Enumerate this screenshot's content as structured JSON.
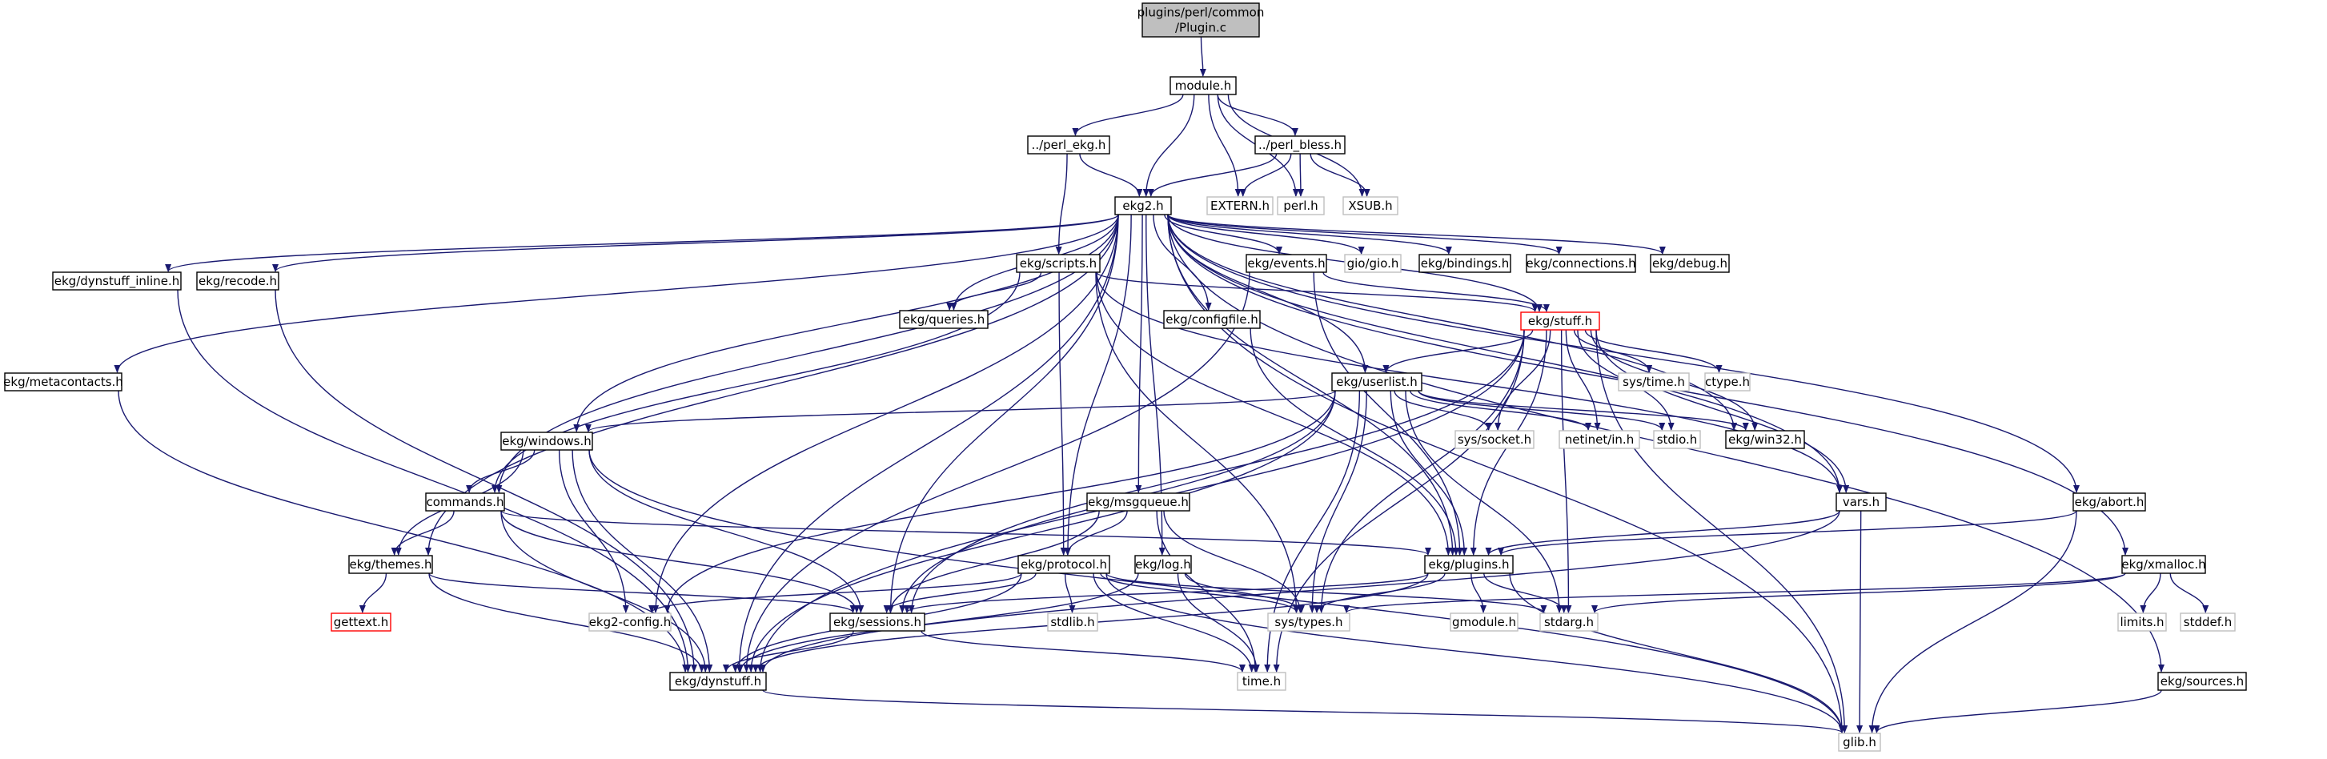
{
  "colors": {
    "edge": "#191970",
    "arrow": "#191970",
    "root_fill": "#bfbfbf",
    "node_stroke": "#000000",
    "external_stroke": "#bfbfbf",
    "truncated_stroke": "#ff0000",
    "text": "#000000"
  },
  "nodes": [
    {
      "id": "plugin_c",
      "lines": [
        "plugins/perl/common",
        "/Plugin.c"
      ],
      "style": "root"
    },
    {
      "id": "module_h",
      "lines": [
        "module.h"
      ],
      "style": "normal"
    },
    {
      "id": "perl_ekg_h",
      "lines": [
        "../perl_ekg.h"
      ],
      "style": "normal"
    },
    {
      "id": "perl_bless_h",
      "lines": [
        "../perl_bless.h"
      ],
      "style": "normal"
    },
    {
      "id": "ekg2_h",
      "lines": [
        "ekg2.h"
      ],
      "style": "normal"
    },
    {
      "id": "extern_h",
      "lines": [
        "EXTERN.h"
      ],
      "style": "external"
    },
    {
      "id": "perl_h",
      "lines": [
        "perl.h"
      ],
      "style": "external"
    },
    {
      "id": "xsub_h",
      "lines": [
        "XSUB.h"
      ],
      "style": "external"
    },
    {
      "id": "scripts_h",
      "lines": [
        "ekg/scripts.h"
      ],
      "style": "normal"
    },
    {
      "id": "events_h",
      "lines": [
        "ekg/events.h"
      ],
      "style": "normal"
    },
    {
      "id": "gio_h",
      "lines": [
        "gio/gio.h"
      ],
      "style": "external"
    },
    {
      "id": "bindings_h",
      "lines": [
        "ekg/bindings.h"
      ],
      "style": "normal"
    },
    {
      "id": "connections_h",
      "lines": [
        "ekg/connections.h"
      ],
      "style": "normal"
    },
    {
      "id": "debug_h",
      "lines": [
        "ekg/debug.h"
      ],
      "style": "normal"
    },
    {
      "id": "dynstuff_inline_h",
      "lines": [
        "ekg/dynstuff_inline.h"
      ],
      "style": "normal"
    },
    {
      "id": "recode_h",
      "lines": [
        "ekg/recode.h"
      ],
      "style": "normal"
    },
    {
      "id": "queries_h",
      "lines": [
        "ekg/queries.h"
      ],
      "style": "normal"
    },
    {
      "id": "configfile_h",
      "lines": [
        "ekg/configfile.h"
      ],
      "style": "normal"
    },
    {
      "id": "stuff_h",
      "lines": [
        "ekg/stuff.h"
      ],
      "style": "truncated"
    },
    {
      "id": "metacontacts_h",
      "lines": [
        "ekg/metacontacts.h"
      ],
      "style": "normal"
    },
    {
      "id": "userlist_h",
      "lines": [
        "ekg/userlist.h"
      ],
      "style": "normal"
    },
    {
      "id": "systime_h",
      "lines": [
        "sys/time.h"
      ],
      "style": "external"
    },
    {
      "id": "ctype_h",
      "lines": [
        "ctype.h"
      ],
      "style": "external"
    },
    {
      "id": "windows_h",
      "lines": [
        "ekg/windows.h"
      ],
      "style": "normal"
    },
    {
      "id": "syssocket_h",
      "lines": [
        "sys/socket.h"
      ],
      "style": "external"
    },
    {
      "id": "netinet_h",
      "lines": [
        "netinet/in.h"
      ],
      "style": "external"
    },
    {
      "id": "stdio_h",
      "lines": [
        "stdio.h"
      ],
      "style": "external"
    },
    {
      "id": "win32_h",
      "lines": [
        "ekg/win32.h"
      ],
      "style": "normal"
    },
    {
      "id": "commands_h",
      "lines": [
        "commands.h"
      ],
      "style": "normal"
    },
    {
      "id": "msgqueue_h",
      "lines": [
        "ekg/msgqueue.h"
      ],
      "style": "normal"
    },
    {
      "id": "vars_h",
      "lines": [
        "vars.h"
      ],
      "style": "normal"
    },
    {
      "id": "abort_h",
      "lines": [
        "ekg/abort.h"
      ],
      "style": "normal"
    },
    {
      "id": "plugins_h",
      "lines": [
        "ekg/plugins.h"
      ],
      "style": "normal"
    },
    {
      "id": "themes_h",
      "lines": [
        "ekg/themes.h"
      ],
      "style": "normal"
    },
    {
      "id": "protocol_h",
      "lines": [
        "ekg/protocol.h"
      ],
      "style": "normal"
    },
    {
      "id": "log_h",
      "lines": [
        "ekg/log.h"
      ],
      "style": "normal"
    },
    {
      "id": "xmalloc_h",
      "lines": [
        "ekg/xmalloc.h"
      ],
      "style": "normal"
    },
    {
      "id": "gettext_h",
      "lines": [
        "gettext.h"
      ],
      "style": "truncated"
    },
    {
      "id": "ekg2config_h",
      "lines": [
        "ekg2-config.h"
      ],
      "style": "external"
    },
    {
      "id": "sessions_h",
      "lines": [
        "ekg/sessions.h"
      ],
      "style": "normal"
    },
    {
      "id": "stdlib_h",
      "lines": [
        "stdlib.h"
      ],
      "style": "external"
    },
    {
      "id": "systypes_h",
      "lines": [
        "sys/types.h"
      ],
      "style": "external"
    },
    {
      "id": "gmodule_h",
      "lines": [
        "gmodule.h"
      ],
      "style": "external"
    },
    {
      "id": "stdarg_h",
      "lines": [
        "stdarg.h"
      ],
      "style": "external"
    },
    {
      "id": "limits_h",
      "lines": [
        "limits.h"
      ],
      "style": "external"
    },
    {
      "id": "stddef_h",
      "lines": [
        "stddef.h"
      ],
      "style": "external"
    },
    {
      "id": "dynstuff_h",
      "lines": [
        "ekg/dynstuff.h"
      ],
      "style": "normal"
    },
    {
      "id": "time_h",
      "lines": [
        "time.h"
      ],
      "style": "external"
    },
    {
      "id": "sources_h",
      "lines": [
        "ekg/sources.h"
      ],
      "style": "normal"
    },
    {
      "id": "glib_h",
      "lines": [
        "glib.h"
      ],
      "style": "external"
    }
  ],
  "edges": [
    [
      "plugin_c",
      "module_h"
    ],
    [
      "module_h",
      "perl_ekg_h"
    ],
    [
      "module_h",
      "ekg2_h"
    ],
    [
      "module_h",
      "perl_bless_h"
    ],
    [
      "module_h",
      "extern_h"
    ],
    [
      "module_h",
      "perl_h"
    ],
    [
      "module_h",
      "xsub_h"
    ],
    [
      "perl_ekg_h",
      "ekg2_h"
    ],
    [
      "perl_ekg_h",
      "scripts_h"
    ],
    [
      "perl_bless_h",
      "ekg2_h"
    ],
    [
      "perl_bless_h",
      "extern_h"
    ],
    [
      "perl_bless_h",
      "perl_h"
    ],
    [
      "perl_bless_h",
      "xsub_h"
    ],
    [
      "ekg2_h",
      "events_h"
    ],
    [
      "ekg2_h",
      "gio_h"
    ],
    [
      "ekg2_h",
      "bindings_h"
    ],
    [
      "ekg2_h",
      "connections_h"
    ],
    [
      "ekg2_h",
      "debug_h"
    ],
    [
      "ekg2_h",
      "dynstuff_inline_h"
    ],
    [
      "ekg2_h",
      "recode_h"
    ],
    [
      "ekg2_h",
      "metacontacts_h"
    ],
    [
      "ekg2_h",
      "queries_h"
    ],
    [
      "ekg2_h",
      "configfile_h"
    ],
    [
      "ekg2_h",
      "stuff_h"
    ],
    [
      "ekg2_h",
      "userlist_h"
    ],
    [
      "ekg2_h",
      "windows_h"
    ],
    [
      "ekg2_h",
      "commands_h"
    ],
    [
      "ekg2_h",
      "themes_h"
    ],
    [
      "ekg2_h",
      "msgqueue_h"
    ],
    [
      "ekg2_h",
      "log_h"
    ],
    [
      "ekg2_h",
      "protocol_h"
    ],
    [
      "ekg2_h",
      "plugins_h"
    ],
    [
      "ekg2_h",
      "sessions_h"
    ],
    [
      "ekg2_h",
      "ekg2config_h"
    ],
    [
      "ekg2_h",
      "dynstuff_h"
    ],
    [
      "ekg2_h",
      "vars_h"
    ],
    [
      "ekg2_h",
      "win32_h"
    ],
    [
      "ekg2_h",
      "abort_h"
    ],
    [
      "ekg2_h",
      "xmalloc_h"
    ],
    [
      "ekg2_h",
      "sources_h"
    ],
    [
      "ekg2_h",
      "glib_h"
    ],
    [
      "scripts_h",
      "queries_h"
    ],
    [
      "scripts_h",
      "stuff_h"
    ],
    [
      "scripts_h",
      "commands_h"
    ],
    [
      "scripts_h",
      "protocol_h"
    ],
    [
      "scripts_h",
      "plugins_h"
    ],
    [
      "scripts_h",
      "systypes_h"
    ],
    [
      "scripts_h",
      "vars_h"
    ],
    [
      "events_h",
      "stuff_h"
    ],
    [
      "events_h",
      "dynstuff_h"
    ],
    [
      "events_h",
      "plugins_h"
    ],
    [
      "configfile_h",
      "plugins_h"
    ],
    [
      "stuff_h",
      "userlist_h"
    ],
    [
      "stuff_h",
      "systime_h"
    ],
    [
      "stuff_h",
      "ctype_h"
    ],
    [
      "stuff_h",
      "syssocket_h"
    ],
    [
      "stuff_h",
      "netinet_h"
    ],
    [
      "stuff_h",
      "stdio_h"
    ],
    [
      "stuff_h",
      "win32_h"
    ],
    [
      "stuff_h",
      "vars_h"
    ],
    [
      "stuff_h",
      "plugins_h"
    ],
    [
      "stuff_h",
      "sessions_h"
    ],
    [
      "stuff_h",
      "systypes_h"
    ],
    [
      "stuff_h",
      "stdarg_h"
    ],
    [
      "stuff_h",
      "dynstuff_h"
    ],
    [
      "stuff_h",
      "time_h"
    ],
    [
      "stuff_h",
      "glib_h"
    ],
    [
      "userlist_h",
      "windows_h"
    ],
    [
      "userlist_h",
      "syssocket_h"
    ],
    [
      "userlist_h",
      "netinet_h"
    ],
    [
      "userlist_h",
      "stdio_h"
    ],
    [
      "userlist_h",
      "win32_h"
    ],
    [
      "userlist_h",
      "plugins_h"
    ],
    [
      "userlist_h",
      "sessions_h"
    ],
    [
      "userlist_h",
      "ekg2config_h"
    ],
    [
      "userlist_h",
      "systypes_h"
    ],
    [
      "userlist_h",
      "stdarg_h"
    ],
    [
      "userlist_h",
      "dynstuff_h"
    ],
    [
      "userlist_h",
      "time_h"
    ],
    [
      "windows_h",
      "commands_h"
    ],
    [
      "windows_h",
      "themes_h"
    ],
    [
      "windows_h",
      "sessions_h"
    ],
    [
      "windows_h",
      "ekg2config_h"
    ],
    [
      "windows_h",
      "dynstuff_h"
    ],
    [
      "windows_h",
      "glib_h"
    ],
    [
      "commands_h",
      "themes_h"
    ],
    [
      "commands_h",
      "plugins_h"
    ],
    [
      "commands_h",
      "sessions_h"
    ],
    [
      "commands_h",
      "dynstuff_h"
    ],
    [
      "themes_h",
      "gettext_h"
    ],
    [
      "themes_h",
      "sessions_h"
    ],
    [
      "themes_h",
      "dynstuff_h"
    ],
    [
      "msgqueue_h",
      "protocol_h"
    ],
    [
      "msgqueue_h",
      "sessions_h"
    ],
    [
      "msgqueue_h",
      "systypes_h"
    ],
    [
      "msgqueue_h",
      "time_h"
    ],
    [
      "vars_h",
      "plugins_h"
    ],
    [
      "vars_h",
      "dynstuff_h"
    ],
    [
      "vars_h",
      "glib_h"
    ],
    [
      "abort_h",
      "plugins_h"
    ],
    [
      "abort_h",
      "glib_h"
    ],
    [
      "plugins_h",
      "sessions_h"
    ],
    [
      "plugins_h",
      "systypes_h"
    ],
    [
      "plugins_h",
      "gmodule_h"
    ],
    [
      "plugins_h",
      "stdarg_h"
    ],
    [
      "plugins_h",
      "dynstuff_h"
    ],
    [
      "plugins_h",
      "glib_h"
    ],
    [
      "protocol_h",
      "ekg2config_h"
    ],
    [
      "protocol_h",
      "sessions_h"
    ],
    [
      "protocol_h",
      "stdlib_h"
    ],
    [
      "protocol_h",
      "systypes_h"
    ],
    [
      "protocol_h",
      "stdarg_h"
    ],
    [
      "protocol_h",
      "dynstuff_h"
    ],
    [
      "protocol_h",
      "time_h"
    ],
    [
      "protocol_h",
      "glib_h"
    ],
    [
      "log_h",
      "systypes_h"
    ],
    [
      "log_h",
      "dynstuff_h"
    ],
    [
      "log_h",
      "time_h"
    ],
    [
      "xmalloc_h",
      "systypes_h"
    ],
    [
      "xmalloc_h",
      "stdarg_h"
    ],
    [
      "xmalloc_h",
      "limits_h"
    ],
    [
      "xmalloc_h",
      "stddef_h"
    ],
    [
      "sessions_h",
      "dynstuff_h"
    ],
    [
      "sessions_h",
      "time_h"
    ],
    [
      "dynstuff_inline_h",
      "dynstuff_h"
    ],
    [
      "recode_h",
      "dynstuff_h"
    ],
    [
      "metacontacts_h",
      "dynstuff_h"
    ],
    [
      "dynstuff_h",
      "glib_h"
    ],
    [
      "sources_h",
      "glib_h"
    ]
  ]
}
